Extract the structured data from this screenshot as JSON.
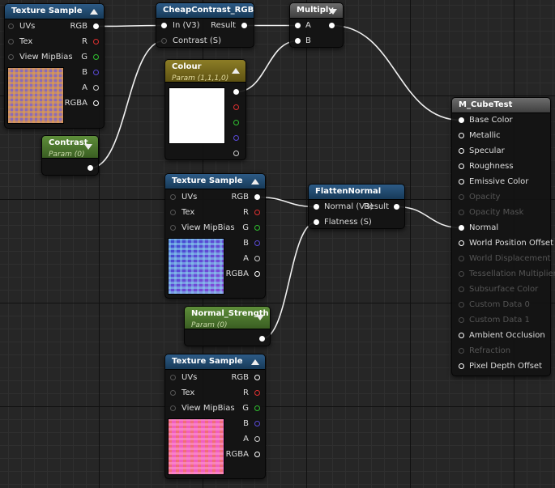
{
  "texture_sample_1": {
    "title": "Texture Sample",
    "inputs": [
      "UVs",
      "Tex",
      "View MipBias"
    ],
    "outputs": [
      "RGB",
      "R",
      "G",
      "B",
      "A",
      "RGBA"
    ]
  },
  "cheap_contrast": {
    "title": "CheapContrast_RGB",
    "inputs": [
      "In (V3)",
      "Contrast (S)"
    ],
    "output": "Result"
  },
  "multiply": {
    "title": "Multiply",
    "inputs": [
      "A",
      "B"
    ]
  },
  "colour": {
    "title": "Colour",
    "subtitle": "Param (1,1,1,0)"
  },
  "contrast": {
    "title": "Contrast",
    "subtitle": "Param (0)"
  },
  "texture_sample_2": {
    "title": "Texture Sample",
    "inputs": [
      "UVs",
      "Tex",
      "View MipBias"
    ],
    "outputs": [
      "RGB",
      "R",
      "G",
      "B",
      "A",
      "RGBA"
    ]
  },
  "flatten_normal": {
    "title": "FlattenNormal",
    "inputs": [
      "Normal (V3)",
      "Flatness (S)"
    ],
    "output": "Result"
  },
  "normal_strength": {
    "title": "Normal_Strength",
    "subtitle": "Param (0)"
  },
  "texture_sample_3": {
    "title": "Texture Sample",
    "inputs": [
      "UVs",
      "Tex",
      "View MipBias"
    ],
    "outputs": [
      "RGB",
      "R",
      "G",
      "B",
      "A",
      "RGBA"
    ]
  },
  "material": {
    "title": "M_CubeTest",
    "inputs": [
      {
        "label": "Base Color",
        "enabled": true,
        "connected": true
      },
      {
        "label": "Metallic",
        "enabled": true,
        "connected": false
      },
      {
        "label": "Specular",
        "enabled": true,
        "connected": false
      },
      {
        "label": "Roughness",
        "enabled": true,
        "connected": false
      },
      {
        "label": "Emissive Color",
        "enabled": true,
        "connected": false
      },
      {
        "label": "Opacity",
        "enabled": false,
        "connected": false
      },
      {
        "label": "Opacity Mask",
        "enabled": false,
        "connected": false
      },
      {
        "label": "Normal",
        "enabled": true,
        "connected": true
      },
      {
        "label": "World Position Offset",
        "enabled": true,
        "connected": false
      },
      {
        "label": "World Displacement",
        "enabled": false,
        "connected": false
      },
      {
        "label": "Tessellation Multiplier",
        "enabled": false,
        "connected": false
      },
      {
        "label": "Subsurface Color",
        "enabled": false,
        "connected": false
      },
      {
        "label": "Custom Data 0",
        "enabled": false,
        "connected": false
      },
      {
        "label": "Custom Data 1",
        "enabled": false,
        "connected": false
      },
      {
        "label": "Ambient Occlusion",
        "enabled": true,
        "connected": false
      },
      {
        "label": "Refraction",
        "enabled": false,
        "connected": false
      },
      {
        "label": "Pixel Depth Offset",
        "enabled": true,
        "connected": false
      }
    ]
  },
  "colors": {
    "pin_r": "#e03030",
    "pin_g": "#30c030",
    "pin_b": "#5a4ad8",
    "thumb1_a": "#8a6bb8",
    "thumb1_b": "#e8a040",
    "thumb2_a": "#3a4ad0",
    "thumb2_b": "#8ad8f0",
    "thumb3_a": "#f060c0",
    "thumb3_b": "#f08020"
  }
}
